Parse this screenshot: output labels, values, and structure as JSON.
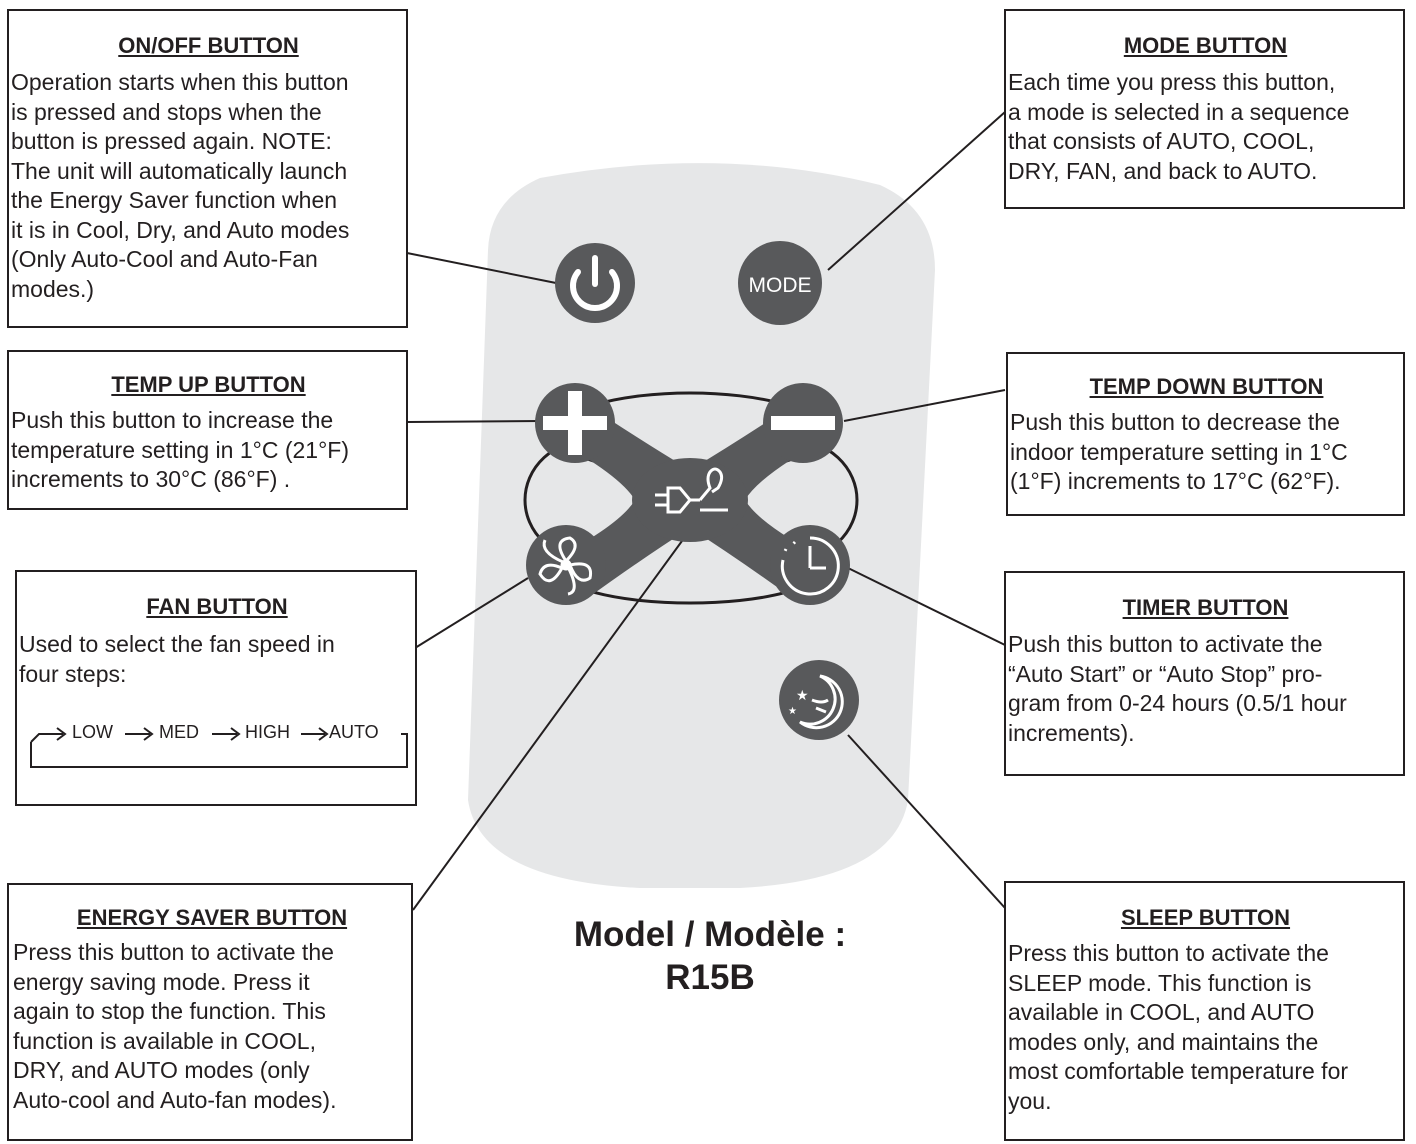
{
  "callouts": {
    "onoff": {
      "title": "ON/OFF BUTTON",
      "lines": [
        "Operation starts when this button",
        "is pressed and stops when the",
        "button is pressed again. NOTE:",
        "The unit will automatically launch",
        "the Energy Saver function when",
        "it is in Cool, Dry, and Auto modes",
        "(Only Auto-Cool and Auto-Fan",
        "modes.)"
      ]
    },
    "mode": {
      "title": "MODE BUTTON",
      "lines": [
        "Each time you press this button,",
        "a mode is selected in a sequence",
        "that consists of AUTO, COOL,",
        "DRY, FAN, and back to AUTO."
      ]
    },
    "temp_up": {
      "title": "TEMP UP BUTTON",
      "lines": [
        "Push this button to increase the",
        "temperature setting in 1°C (21°F)",
        "increments to 30°C (86°F) ."
      ]
    },
    "temp_down": {
      "title": "TEMP DOWN BUTTON",
      "lines": [
        "Push this button to decrease the",
        "indoor temperature setting in 1°C",
        "(1°F) increments to 17°C (62°F)."
      ]
    },
    "fan": {
      "title": "FAN BUTTON",
      "lines": [
        "Used to select the fan speed in",
        "four steps:"
      ],
      "sequence": [
        "LOW",
        "MED",
        "HIGH",
        "AUTO"
      ]
    },
    "timer": {
      "title": "TIMER BUTTON",
      "lines": [
        "Push this button to activate the",
        "“Auto Start” or “Auto Stop” pro-",
        "gram from 0-24 hours (0.5/1 hour",
        "increments)."
      ]
    },
    "energy": {
      "title": "ENERGY SAVER BUTTON",
      "lines": [
        "Press this button to activate the",
        "energy saving mode. Press it",
        "again to stop the function. This",
        "function is available in COOL,",
        "DRY, and AUTO modes (only",
        "Auto-cool and Auto-fan modes)."
      ]
    },
    "sleep": {
      "title": "SLEEP BUTTON",
      "lines": [
        "Press this button to activate the",
        "SLEEP mode. This function is",
        "available in COOL, and AUTO",
        "modes only, and maintains the",
        "most comfortable temperature for",
        "you."
      ]
    }
  },
  "remote": {
    "mode_label": "MODE",
    "icons": [
      "power-icon",
      "plus-icon",
      "minus-icon",
      "energy-saver-icon",
      "fan-icon",
      "timer-icon",
      "sleep-moon-icon"
    ]
  },
  "model": {
    "line1": "Model / Modèle :",
    "line2": "R15B"
  },
  "colors": {
    "remote_body": "#e6e7e8",
    "button": "#58595b",
    "outline": "#231f20"
  }
}
